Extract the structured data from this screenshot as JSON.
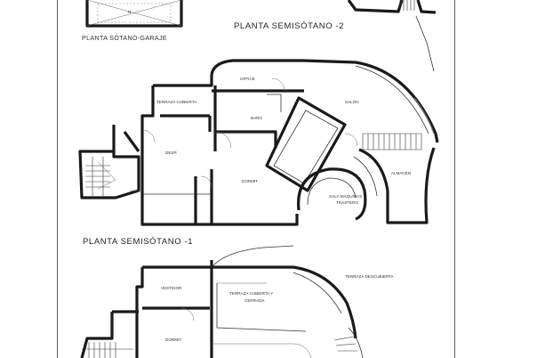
{
  "titles": {
    "garage": "PLANTA SÓTANO-GARAJE",
    "semisotano2": "PLANTA SEMISÓTANO -2",
    "semisotano1": "PLANTA SEMISÓTANO -1"
  },
  "rooms_semisotano2": {
    "terraza": "TERRAZA CUBIERTA",
    "office": "OFFICE",
    "salon": "SALÓN",
    "bano": "BAÑO",
    "desp": "DESP.",
    "dormit": "DORMIT.",
    "sala": "SALA MÁQUINAS",
    "trastero": "TRASTERO",
    "almacen": "ALMACÉN"
  },
  "rooms_semisotano1": {
    "vestidor": "VESTIDOR",
    "terraza_cubierta": "TERRAZA CUBIERTA Y",
    "cerrada": "CERRADA",
    "terraza_descubierta": "TERRAZA DESCUBIERTA",
    "dormit": "DORMIT."
  }
}
